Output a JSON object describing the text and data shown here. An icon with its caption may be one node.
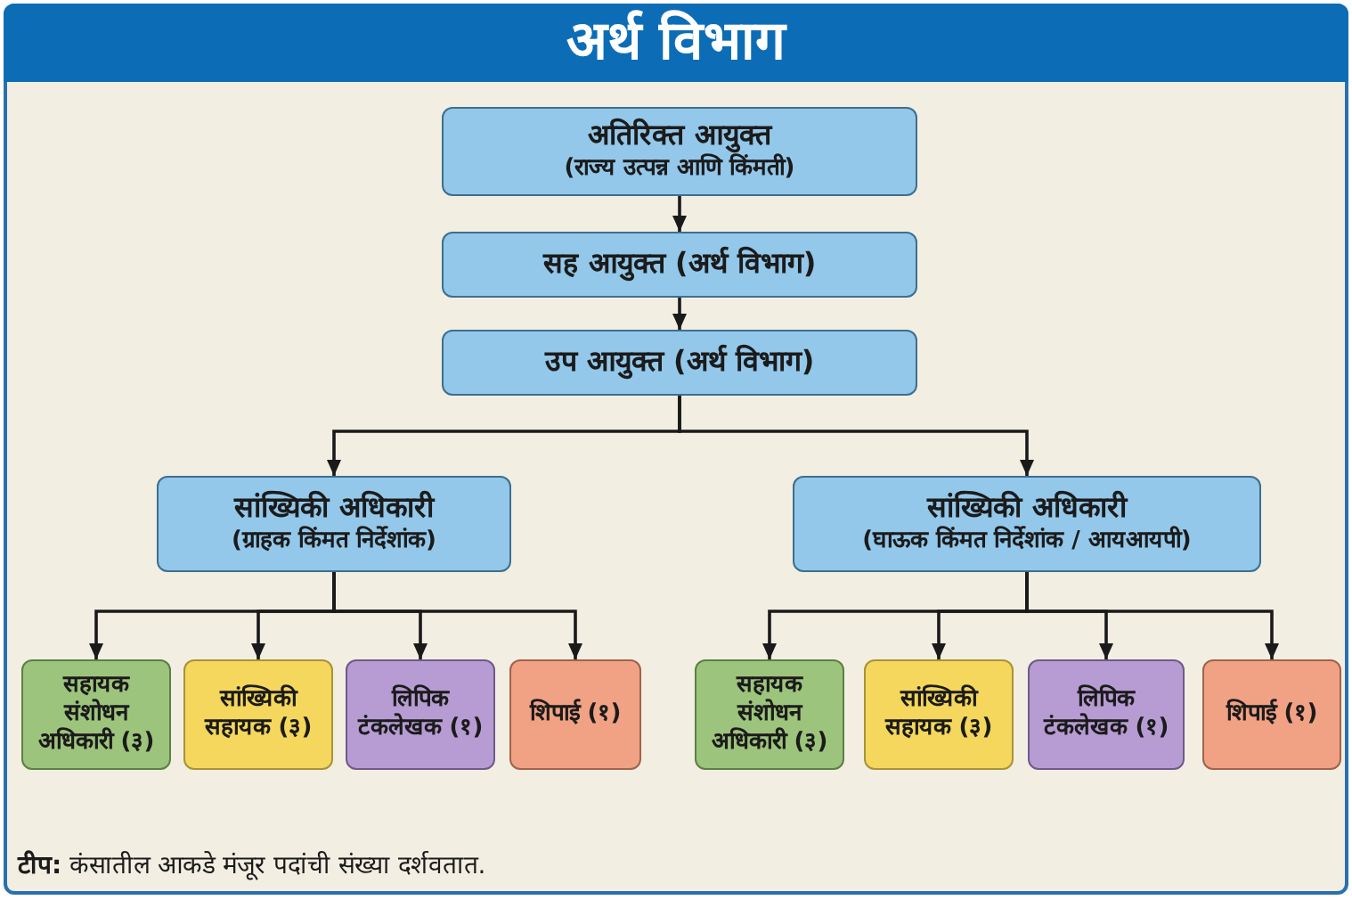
{
  "diagram": {
    "title": "अर्थ विभाग",
    "nodes": [
      {
        "text": [
          "अतिरिक्त आयुक्त",
          "(राज्य उत्पन्न आणि किंमती)"
        ]
      },
      {
        "text": [
          "सह आयुक्त (अर्थ विभाग)"
        ]
      },
      {
        "text": [
          "उप आयुक्त (अर्थ विभाग)"
        ]
      },
      {
        "text": [
          "सांख्यिकी अधिकारी",
          "(ग्राहक किंमत निर्देशांक)"
        ]
      },
      {
        "text": [
          "सांख्यिकी अधिकारी",
          "(घाऊक किंमत निर्देशांक / आयआयपी)"
        ]
      },
      {
        "text": [
          "सहायक संशोधन अधिकारी (३)"
        ]
      },
      {
        "text": [
          "सांख्यिकी सहायक (३)"
        ]
      },
      {
        "text": [
          "लिपिक टंकलेखक (१)"
        ]
      },
      {
        "text": [
          "शिपाई (१)"
        ]
      },
      {
        "text": [
          "सहायक संशोधन अधिकारी (३)"
        ]
      },
      {
        "text": [
          "सांख्यिकी सहायक (३)"
        ]
      },
      {
        "text": [
          "लिपिक टंकलेखक (१)"
        ]
      },
      {
        "text": [
          "शिपाई (१)"
        ]
      }
    ],
    "edges": [
      {
        "from": 0,
        "to": 1,
        "arrow": "to"
      },
      {
        "from": 1,
        "to": 2,
        "arrow": "to"
      },
      {
        "from": 2,
        "to": 3,
        "arrow": "to"
      },
      {
        "from": 2,
        "to": 4,
        "arrow": "to"
      },
      {
        "from": 3,
        "to": 5,
        "arrow": "to"
      },
      {
        "from": 3,
        "to": 6,
        "arrow": "to"
      },
      {
        "from": 3,
        "to": 7,
        "arrow": "to"
      },
      {
        "from": 3,
        "to": 8,
        "arrow": "to"
      },
      {
        "from": 4,
        "to": 9,
        "arrow": "to"
      },
      {
        "from": 4,
        "to": 10,
        "arrow": "to"
      },
      {
        "from": 4,
        "to": 11,
        "arrow": "to"
      },
      {
        "from": 4,
        "to": 12,
        "arrow": "to"
      }
    ],
    "labels": [
      "**टीप:** कंसातील आकडे मंजूर पदांची संख्या दर्शवतात."
    ]
  }
}
